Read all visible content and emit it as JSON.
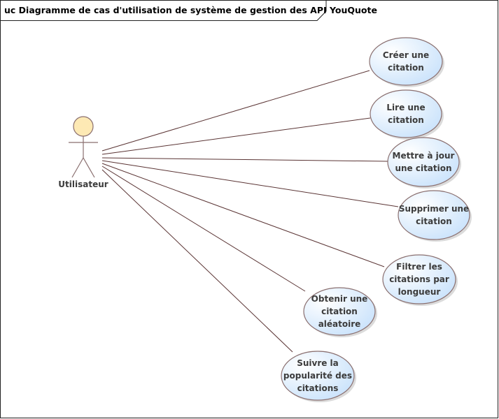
{
  "frame": {
    "title": "uc Diagramme de cas d'utilisation de système de gestion des API YouQuote"
  },
  "actor": {
    "name": "Utilisateur",
    "head_color": "#fde9b4"
  },
  "use_cases": [
    {
      "id": "uc-create",
      "lines": [
        "Créer une",
        "citation"
      ]
    },
    {
      "id": "uc-read",
      "lines": [
        "Lire une",
        "citation"
      ]
    },
    {
      "id": "uc-update",
      "lines": [
        "Mettre à jour",
        "une citation"
      ]
    },
    {
      "id": "uc-delete",
      "lines": [
        "Supprimer une",
        "citation"
      ]
    },
    {
      "id": "uc-filter",
      "lines": [
        "Filtrer les",
        "citations par",
        "longueur"
      ]
    },
    {
      "id": "uc-random",
      "lines": [
        "Obtenir une",
        "citation",
        "aléatoire"
      ]
    },
    {
      "id": "uc-popularity",
      "lines": [
        "Suivre la",
        "popularité des",
        "citations"
      ]
    }
  ],
  "colors": {
    "ellipse_fill_light": "#ffffff",
    "ellipse_fill_dark": "#c7e1fb",
    "ellipse_stroke": "#8a6f6f",
    "association_line": "#5a3434"
  }
}
